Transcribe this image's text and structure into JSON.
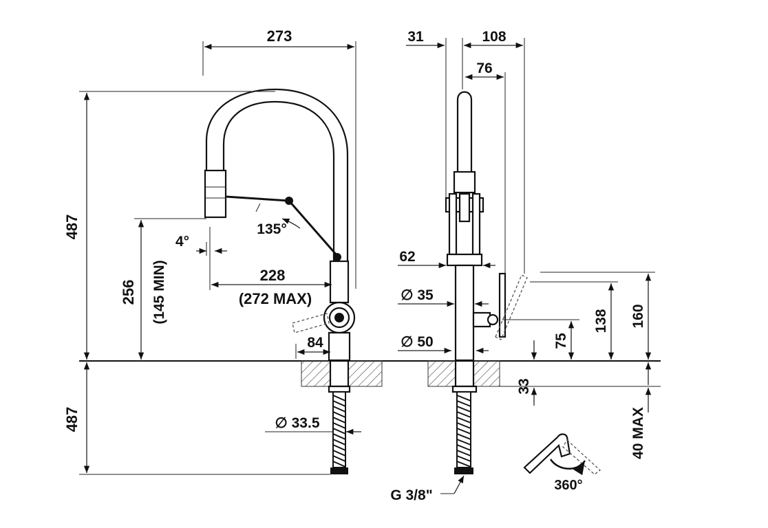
{
  "colors": {
    "ink": "#111111",
    "background": "#ffffff",
    "hatch": "#444444"
  },
  "front_view": {
    "width_top": "273",
    "height_total": "487",
    "height_below_counter": "487",
    "spout_height": "256",
    "spout_height_min": "(145 MIN)",
    "reach": "228",
    "reach_max": "(272 MAX)",
    "hose_angle": "135°",
    "tilt_angle": "4°",
    "base_offset": "84",
    "hose_diameter": "∅ 33.5"
  },
  "side_view": {
    "top_offset": "31",
    "top_depth": "108",
    "handle_reach": "76",
    "collar_offset": "62",
    "body_diameter": "∅ 35",
    "base_diameter": "∅ 50",
    "lever_height": "75",
    "handle_height": "138",
    "handle_max_height": "160",
    "counter_thickness": "33",
    "counter_max": "40 MAX",
    "connection": "G 3/8\""
  },
  "rotation_detail": {
    "angle": "360°"
  }
}
